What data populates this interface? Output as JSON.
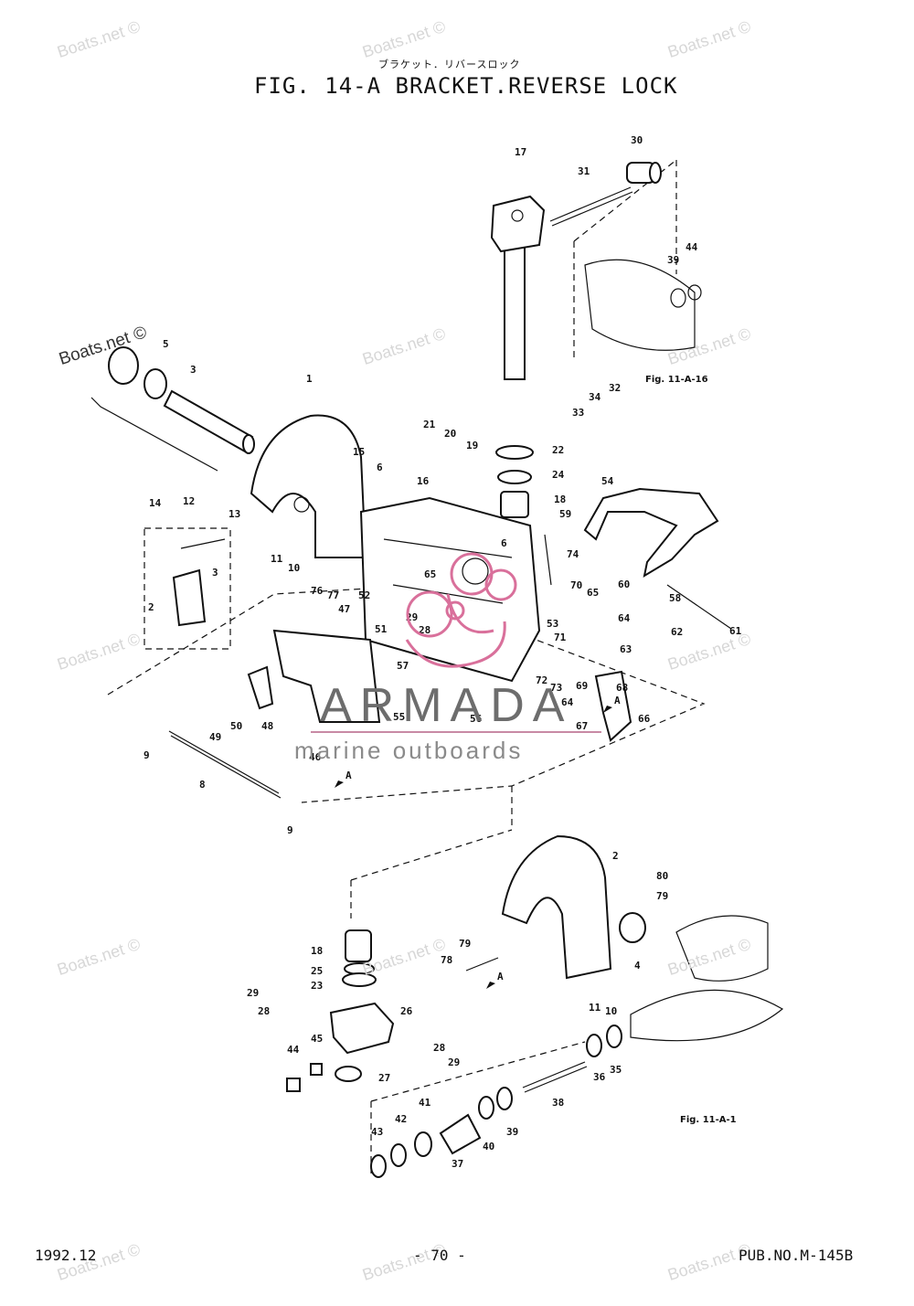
{
  "header": {
    "title_jp": "ブラケット．リバースロック",
    "title": "FIG. 14-A BRACKET.REVERSE LOCK"
  },
  "watermarks": {
    "text": "Boats.net ©"
  },
  "logo": {
    "brand": "ARMADA",
    "tagline": "marine outboards",
    "accent_color": "#d9709b"
  },
  "figure_refs": [
    "Fig. 11-A-16",
    "Fig. 11-A-1"
  ],
  "arrow_marks": [
    "A",
    "A",
    "A"
  ],
  "callouts": [
    "1",
    "2",
    "3",
    "4",
    "5",
    "6",
    "8",
    "9",
    "10",
    "11",
    "12",
    "13",
    "14",
    "15",
    "16",
    "17",
    "18",
    "19",
    "20",
    "21",
    "22",
    "23",
    "24",
    "25",
    "26",
    "27",
    "28",
    "29",
    "30",
    "31",
    "32",
    "33",
    "34",
    "35",
    "36",
    "37",
    "38",
    "39",
    "40",
    "41",
    "42",
    "43",
    "44",
    "45",
    "46",
    "47",
    "48",
    "49",
    "50",
    "51",
    "52",
    "53",
    "54",
    "55",
    "56",
    "57",
    "58",
    "59",
    "60",
    "61",
    "62",
    "63",
    "64",
    "65",
    "66",
    "67",
    "68",
    "69",
    "70",
    "71",
    "72",
    "73",
    "74",
    "76",
    "77",
    "78",
    "79",
    "80"
  ],
  "footer": {
    "date": "1992.12",
    "page": "- 70 -",
    "pub": "PUB.NO.M-145B"
  }
}
